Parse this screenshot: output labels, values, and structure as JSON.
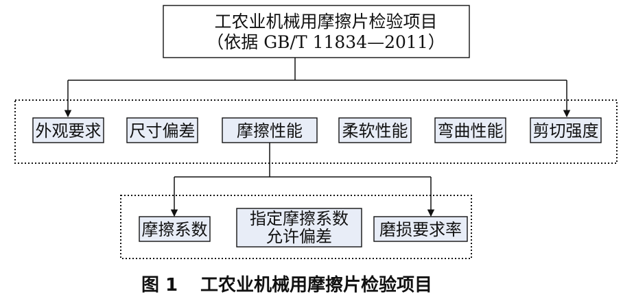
{
  "colors": {
    "node_fill": "#e8edf7",
    "line": "#111111",
    "background": "#ffffff"
  },
  "root": {
    "line1": "工农业机械用摩擦片检验项目",
    "line2": "（依据 GB/T 11834—2011）"
  },
  "level1": [
    {
      "label": "外观要求"
    },
    {
      "label": "尺寸偏差"
    },
    {
      "label": "摩擦性能"
    },
    {
      "label": "柔软性能"
    },
    {
      "label": "弯曲性能"
    },
    {
      "label": "剪切强度"
    }
  ],
  "level2": [
    {
      "lines": [
        "摩擦系数"
      ]
    },
    {
      "lines": [
        "指定摩擦系数",
        "允许偏差"
      ]
    },
    {
      "lines": [
        "磨损要求率"
      ]
    }
  ],
  "caption": {
    "number": "图 1",
    "title": "工农业机械用摩擦片检验项目"
  }
}
